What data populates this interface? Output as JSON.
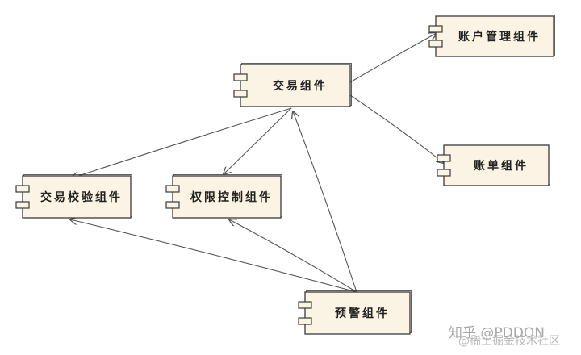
{
  "colors": {
    "box_fill": "#fbf3e3",
    "stroke": "#3a3a3a",
    "arrow": "#555555"
  },
  "components": [
    {
      "id": "jiaoyi",
      "label": "交易组件"
    },
    {
      "id": "zhanghu",
      "label": "账户管理组件"
    },
    {
      "id": "zhangdan",
      "label": "账单组件"
    },
    {
      "id": "jiaoyan",
      "label": "交易校验组件"
    },
    {
      "id": "quanxian",
      "label": "权限控制组件"
    },
    {
      "id": "yujing",
      "label": "预警组件"
    }
  ],
  "edges": [
    {
      "from": "jiaoyi",
      "to": "zhanghu"
    },
    {
      "from": "jiaoyi",
      "to": "zhangdan"
    },
    {
      "from": "jiaoyi",
      "to": "jiaoyan"
    },
    {
      "from": "jiaoyi",
      "to": "quanxian"
    },
    {
      "from": "yujing",
      "to": "jiaoyi"
    },
    {
      "from": "yujing",
      "to": "jiaoyan"
    },
    {
      "from": "yujing",
      "to": "quanxian"
    }
  ],
  "watermark": {
    "main": "知乎 @PDDON",
    "sub": "@稀土掘金技术社区"
  }
}
